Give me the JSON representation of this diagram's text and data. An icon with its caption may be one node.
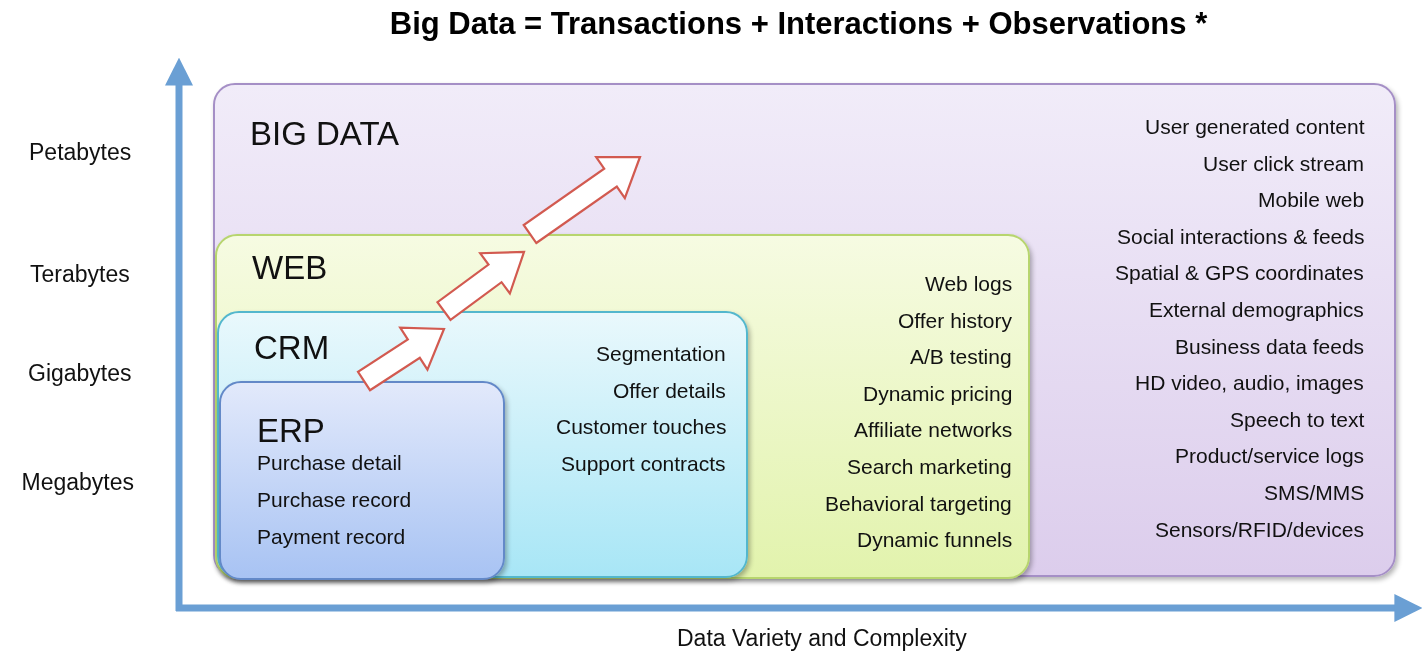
{
  "diagram": {
    "title": "Big Data = Transactions + Interactions + Observations *",
    "nodes": [
      {
        "text": [
          "BIG DATA",
          "User generated content",
          "User click stream",
          "Mobile web",
          "Social interactions & feeds",
          "Spatial & GPS coordinates",
          "External demographics",
          "Business data feeds",
          "HD video, audio, images",
          "Speech to text",
          "Product/service logs",
          "SMS/MMS",
          "Sensors/RFID/devices"
        ]
      },
      {
        "text": [
          "WEB",
          "Web logs",
          "Offer history",
          "A/B testing",
          "Dynamic pricing",
          "Affiliate networks",
          "Search marketing",
          "Behavioral targeting",
          "Dynamic funnels"
        ],
        "in": 0
      },
      {
        "text": [
          "CRM",
          "Segmentation",
          "Offer details",
          "Customer touches",
          "Support contracts"
        ],
        "in": 1
      },
      {
        "text": [
          "ERP",
          "Purchase detail",
          "Purchase record",
          "Payment record"
        ],
        "in": 2
      }
    ],
    "edges": [
      {
        "from": 3,
        "to": 2,
        "arrow": "to"
      },
      {
        "from": 2,
        "to": 1,
        "arrow": "to"
      },
      {
        "from": 1,
        "to": 0,
        "arrow": "to"
      }
    ],
    "labels": [
      "Petabytes",
      "Terabytes",
      "Gigabytes",
      "Megabytes",
      "Data Variety and Complexity"
    ]
  }
}
